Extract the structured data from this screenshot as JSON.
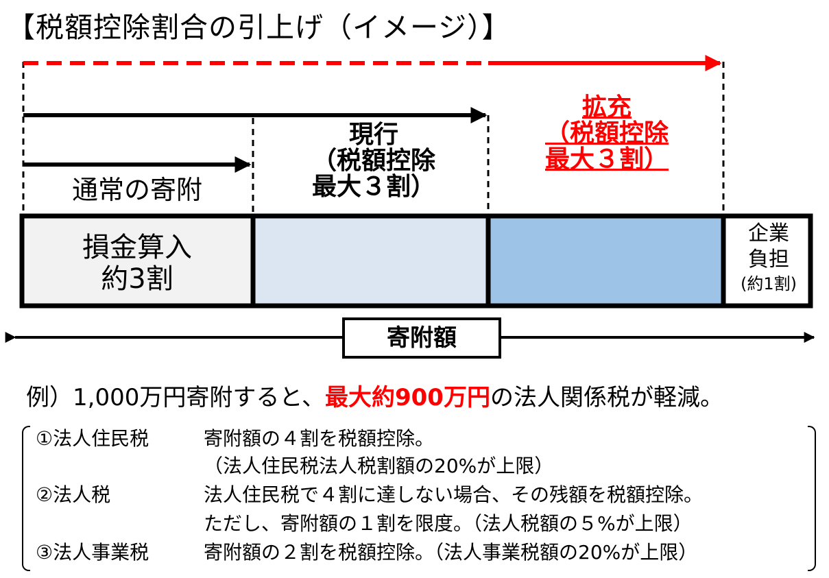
{
  "title": "【税額控除割合の引上げ（イメージ）】",
  "labels": {
    "normal": "通常の寄附",
    "current_line1": "現行",
    "current_line2": "（税額控除",
    "current_line3": "最大３割）",
    "expand_line1": "拡充",
    "expand_line2": "（税額控除",
    "expand_line3": "最大３割）"
  },
  "segments": {
    "seg1_line1": "損金算入",
    "seg1_line2": "約3割",
    "seg4_line1": "企業",
    "seg4_line2": "負担",
    "seg4_line3": "(約1割)"
  },
  "total_label": "寄附額",
  "example": {
    "prefix": "例）1,000万円寄附すると、",
    "highlight": "最大約900万円",
    "suffix": "の法人関係税が軽減。"
  },
  "details": [
    {
      "label": "①法人住民税",
      "text": "寄附額の４割を税額控除。"
    },
    {
      "label": "",
      "text": "（法人住民税法人税割額の20%が上限）"
    },
    {
      "label": "②法人税",
      "text": "法人住民税で４割に達しない場合、その残額を税額控除。"
    },
    {
      "label": "",
      "text": "ただし、寄附額の１割を限度。（法人税額の５%が上限）"
    },
    {
      "label": "③法人事業税",
      "text": "寄附額の２割を税額控除。（法人事業税額の20%が上限）"
    }
  ],
  "colors": {
    "seg1_fill": "#f2f2f2",
    "seg2_fill": "#dce6f2",
    "seg3_fill": "#9dc3e6",
    "seg4_fill": "#ffffff",
    "accent_red": "#ff0000"
  }
}
